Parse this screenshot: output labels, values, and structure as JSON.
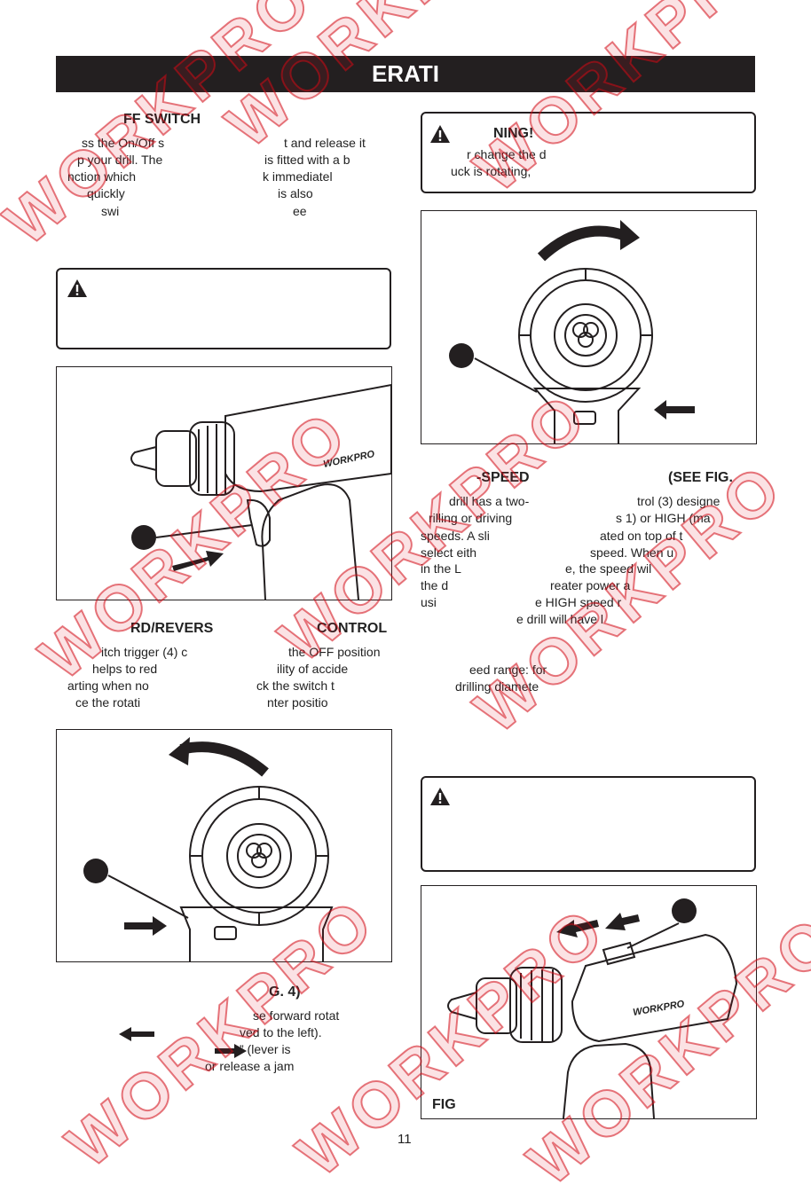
{
  "banner": {
    "title": "ERATI"
  },
  "left": {
    "switch_section": {
      "heading": "FF SWITCH",
      "lines": [
        {
          "a": "ss the On/Off s",
          "b": "t and release it"
        },
        {
          "a": "p your drill. The",
          "b": "is fitted with a b"
        },
        {
          "a": "nction which",
          "b": "k immediatel"
        },
        {
          "a": "quickly",
          "b": "is also"
        },
        {
          "a": "swi",
          "b": "ee"
        }
      ]
    },
    "reverse_section": {
      "heading_a": "RD/REVERS",
      "heading_b": "CONTROL",
      "lines": [
        {
          "a": "itch trigger (4) c",
          "b": "the OFF position"
        },
        {
          "a": "helps to red",
          "b": "ility of accide"
        },
        {
          "a": "arting when no",
          "b": "ck the switch t"
        },
        {
          "a": "ce the rotati",
          "b": "nter positio"
        }
      ]
    },
    "fig4_section": {
      "heading": "G. 4)",
      "lines": [
        "se forward rotat",
        "ved to the left).",
        "”  (lever is",
        "or release a jam"
      ]
    }
  },
  "right": {
    "warning_top": {
      "heading": "NING!",
      "lines": [
        "r change the d",
        "uck is rotating,"
      ]
    },
    "speed_section": {
      "heading_a": "-SPEED",
      "heading_b": "(SEE FIG.",
      "lines": [
        {
          "a": "drill has a two-",
          "b": "trol (3) designe"
        },
        {
          "a": "rilling or driving",
          "b": "s 1) or HIGH (ma"
        },
        {
          "a": "speeds. A sli",
          "b": "ated on top of t"
        },
        {
          "a": "select eith",
          "b": "speed. When u"
        },
        {
          "a": "in the L",
          "b": "e, the speed wil"
        },
        {
          "a": "the d",
          "b": "reater power a"
        },
        {
          "a": "usi",
          "b": "e HIGH speed r"
        },
        {
          "a": "",
          "b": "e drill will have l"
        }
      ],
      "extra": [
        "eed range: for",
        "drilling diamete"
      ]
    },
    "fig_label": "FIG"
  },
  "drill_brand": "WORKPRO",
  "watermark": "WORKPRO",
  "page_number": "11",
  "colors": {
    "ink": "#231f20",
    "watermark": "#d4141e"
  }
}
